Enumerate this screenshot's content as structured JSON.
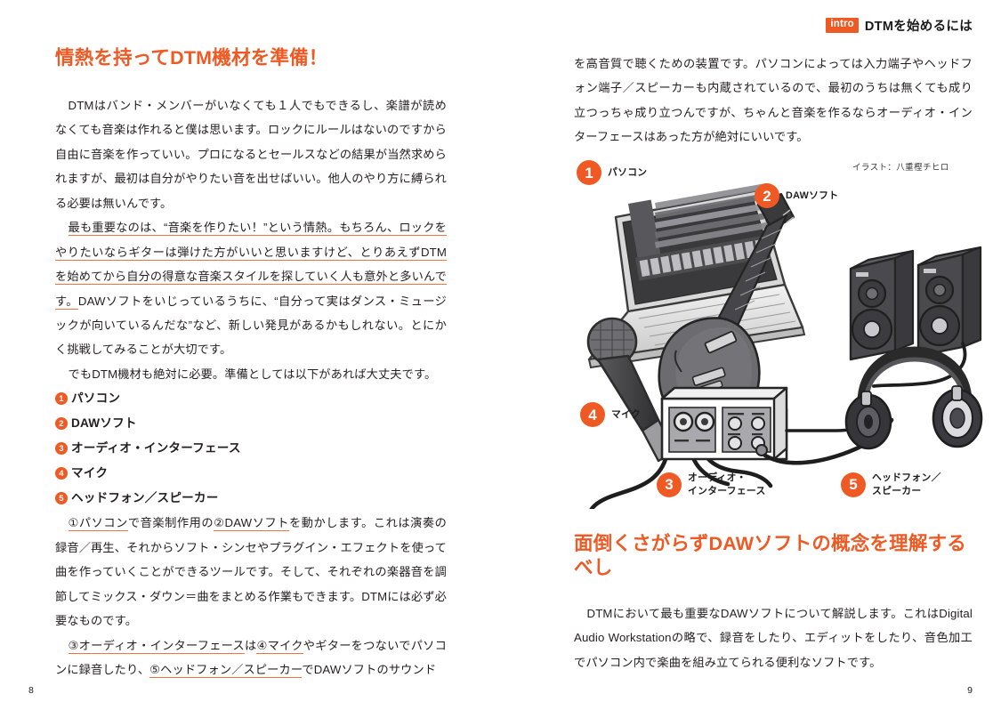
{
  "header": {
    "badge": "intro",
    "title": "DTMを始めるには"
  },
  "left_page": {
    "folio": "8",
    "section_title": "情熱を持ってDTM機材を準備！",
    "para1": "DTMはバンド・メンバーがいなくても１人でもできるし、楽譜が読めなくても音楽は作れると僕は思います。ロックにルールはないのですから自由に音楽を作っていい。プロになるとセールスなどの結果が当然求められますが、最初は自分がやりたい音を出せばいい。他人のやり方に縛られる必要は無いんです。",
    "para2_a": "最も重要なのは、“音楽を作りたい！”という情熱。もちろん、ロックをやりたいならギターは弾けた方がいいと思いますけど、とりあえずDTMを始めてから自分の得意な音楽スタイルを探していく人も意外と多いんです。",
    "para2_b": "DAWソフトをいじっているうちに、“自分って実はダンス・ミュージックが向いているんだな”など、新しい発見があるかもしれない。とにかく挑戦してみることが大切です。",
    "para3": "でもDTM機材も絶対に必要。準備としては以下があれば大丈夫です。",
    "equipment": [
      {
        "num": "1",
        "label": "パソコン"
      },
      {
        "num": "2",
        "label": "DAWソフト"
      },
      {
        "num": "3",
        "label": "オーディオ・インターフェース"
      },
      {
        "num": "4",
        "label": "マイク"
      },
      {
        "num": "5",
        "label": "ヘッドフォン／スピーカー"
      }
    ],
    "para4_a": "①パソコン",
    "para4_b": "で音楽制作用の",
    "para4_c": "②DAWソフト",
    "para4_d": "を動かします。これは演奏の録音／再生、それからソフト・シンセやプラグイン・エフェクトを使って曲を作っていくことができるツールです。そして、それぞれの楽器音を調節してミックス・ダウン＝曲をまとめる作業もできます。DTMには必ず必要なものです。",
    "para5_a": "③オーディオ・インターフェース",
    "para5_b": "は",
    "para5_c": "④マイク",
    "para5_d": "やギターをつないでパソコンに録音したり、",
    "para5_e": "⑤ヘッドフォン／スピーカー",
    "para5_f": "でDAWソフトのサウンド"
  },
  "right_page": {
    "folio": "9",
    "para_top": "を高音質で聴くための装置です。パソコンによっては入力端子やヘッドフォン端子／スピーカーも内蔵されているので、最初のうちは無くても成り立つっちゃ成り立つんですが、ちゃんと音楽を作るならオーディオ・インターフェースはあった方が絶対にいいです。",
    "section_title": "面倒くさがらずDAWソフトの概念を理解するべし",
    "para_bottom": "DTMにおいて最も重要なDAWソフトについて解説します。これはDigital Audio Workstationの略で、録音をしたり、エディットをしたり、音色加工でパソコン内で楽曲を組み立てられる便利なソフトです。",
    "illustration": {
      "credit": "イラスト：八重樫チヒロ",
      "callouts": [
        {
          "num": "1",
          "label": "パソコン"
        },
        {
          "num": "2",
          "label": "DAWソフト"
        },
        {
          "num": "3",
          "label": "オーディオ・\nインターフェース"
        },
        {
          "num": "4",
          "label": "マイク"
        },
        {
          "num": "5",
          "label": "ヘッドフォン／\nスピーカー"
        }
      ]
    }
  },
  "colors": {
    "accent_orange": "#ef5a24",
    "underline_orange": "#f0733f",
    "text": "#231f20"
  }
}
